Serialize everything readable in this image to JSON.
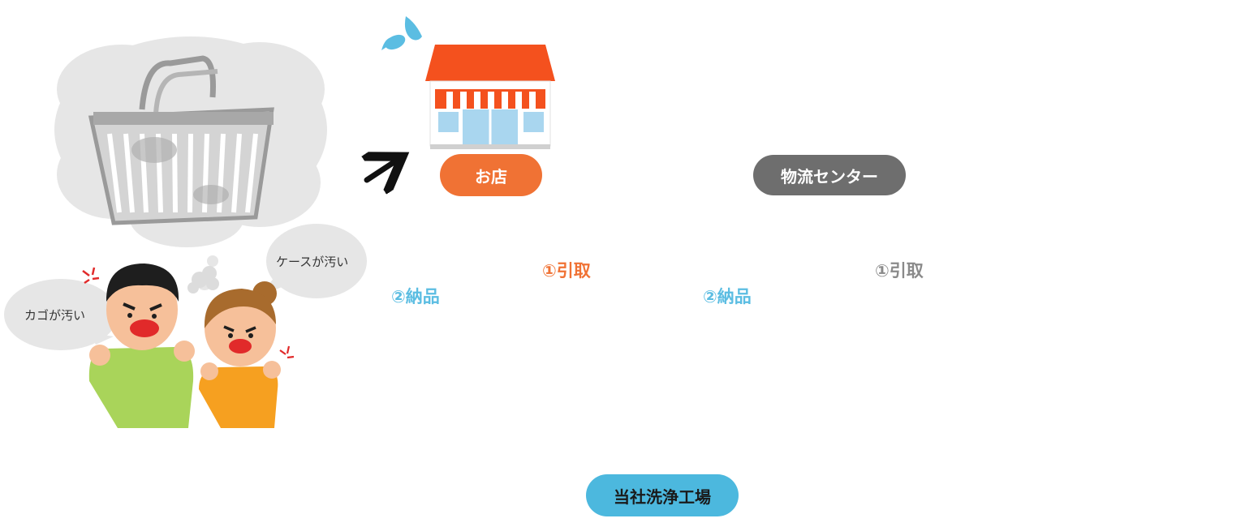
{
  "nodes": {
    "store": "お店",
    "distribution_center": "物流センター",
    "factory": "当社洗浄工場"
  },
  "flows": {
    "store_pickup": "①引取",
    "store_delivery": "②納品",
    "dc_pickup": "①引取",
    "dc_delivery": "②納品"
  },
  "speech": {
    "man": "カゴが汚い",
    "woman": "ケースが汚い"
  },
  "colors": {
    "store_accent": "#f07234",
    "factory_accent": "#4cb8de",
    "dc_accent": "#6e6e6e",
    "sparkle": "#fff22a"
  }
}
